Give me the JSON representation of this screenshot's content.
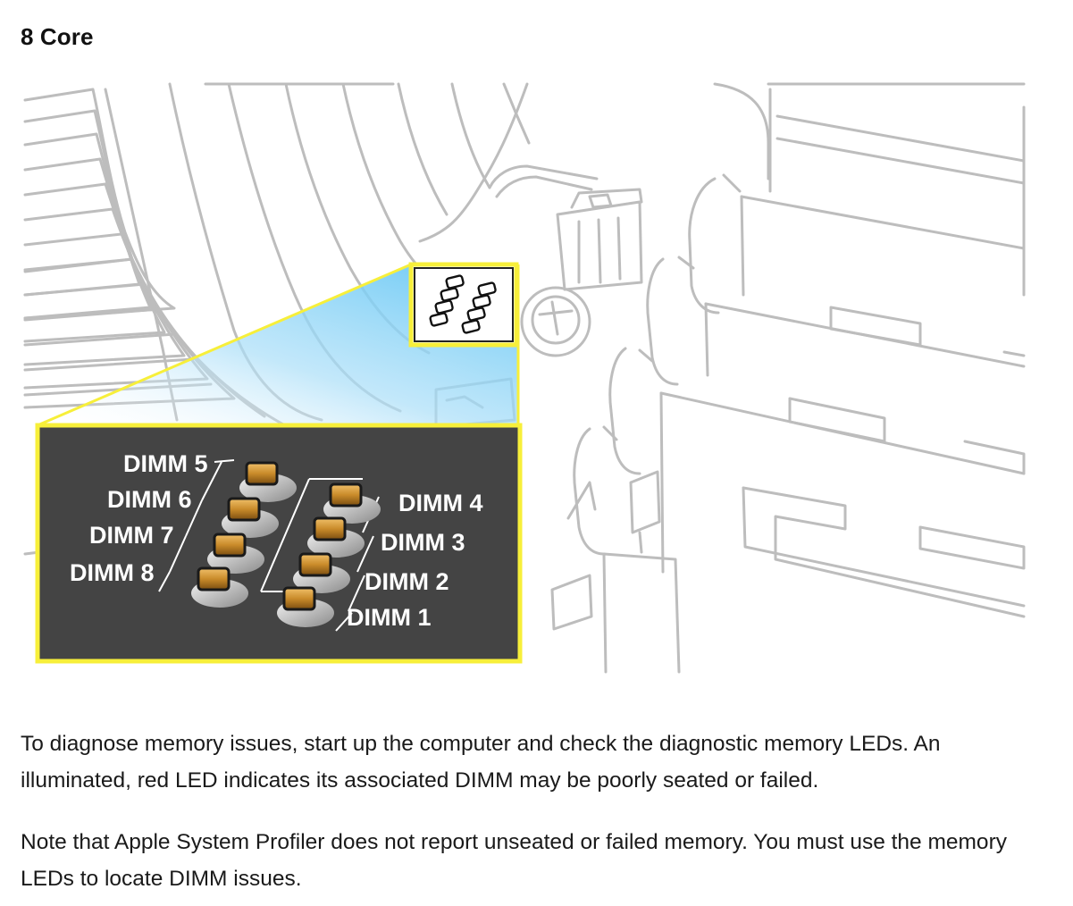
{
  "heading": "8 Core",
  "figure": {
    "panel_color": "#444444",
    "highlight_color": "#f7ef3a",
    "callout_color": "#5ec4f4",
    "led_color": "#c98b2a",
    "dimm_labels": [
      "DIMM 1",
      "DIMM 2",
      "DIMM 3",
      "DIMM 4",
      "DIMM 5",
      "DIMM 6",
      "DIMM 7",
      "DIMM 8"
    ]
  },
  "paragraphs": [
    "To diagnose memory issues, start up the computer and check the diagnostic memory LEDs. An illuminated, red LED indicates its associated DIMM may be poorly seated or failed.",
    "Note that Apple System Profiler does not report unseated or failed memory. You must use the memory LEDs to locate DIMM issues."
  ]
}
